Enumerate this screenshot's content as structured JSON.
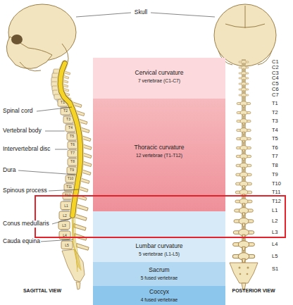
{
  "diagram": {
    "nodes": [
      {
        "text": [
          "Cervical curvature",
          "7 vertebrae (C1-C7)"
        ]
      },
      {
        "text": [
          "Thoracic curvature",
          "12 vertebrae (T1-T12)"
        ]
      },
      {
        "text": [
          "Lumbar curvature",
          "5 vertebrae (L1-L5)"
        ]
      },
      {
        "text": [
          "Sacrum",
          "5 fused vertebrae"
        ]
      },
      {
        "text": [
          "Coccyx",
          "4 fused vertebrae"
        ]
      }
    ],
    "labels": [
      "Skull",
      "Spinal cord",
      "Vertebral body",
      "Intervertebral disc",
      "Dura",
      "Spinous process",
      "Conus medullaris",
      "Cauda equina",
      "T1",
      "T2",
      "T3",
      "T4",
      "T5",
      "T6",
      "T7",
      "T8",
      "T9",
      "T10",
      "T11",
      "T12",
      "L1",
      "L2",
      "L3",
      "L4",
      "L5",
      "C1",
      "C2",
      "C3",
      "C4",
      "C5",
      "C6",
      "C7",
      "T1",
      "T2",
      "T3",
      "T4",
      "T5",
      "T6",
      "T7",
      "T8",
      "T9",
      "T10",
      "T11",
      "T12",
      "L1",
      "L2",
      "L3",
      "L4",
      "L5",
      "S1",
      "SAGITTAL VIEW",
      "POSTERIOR VIEW"
    ]
  }
}
